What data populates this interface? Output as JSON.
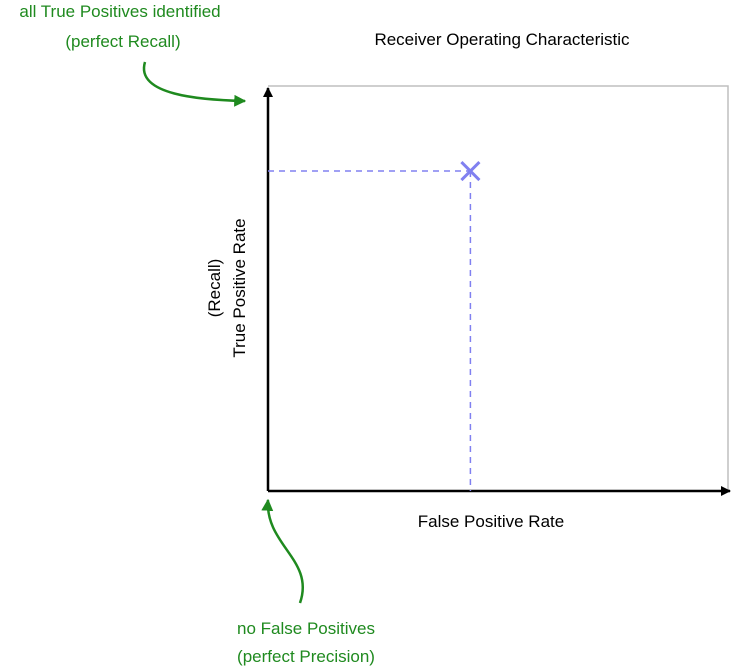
{
  "title": "Receiver Operating Characteristic",
  "x_axis_label": "False Positive Rate",
  "y_axis_label_line1": "(Recall)",
  "y_axis_label_line2": "True Positive Rate",
  "top_annotation": {
    "line1": "all True Positives identified",
    "line2": "(perfect Recall)"
  },
  "bottom_annotation": {
    "line1": "no False Positives",
    "line2": "(perfect Precision)"
  },
  "colors": {
    "axis": "#000000",
    "frame": "#bfbfbf",
    "marker": "#8080f0",
    "annotation": "#1f8a1f"
  },
  "marker_point": {
    "fpr": 0.44,
    "tpr": 0.79
  }
}
